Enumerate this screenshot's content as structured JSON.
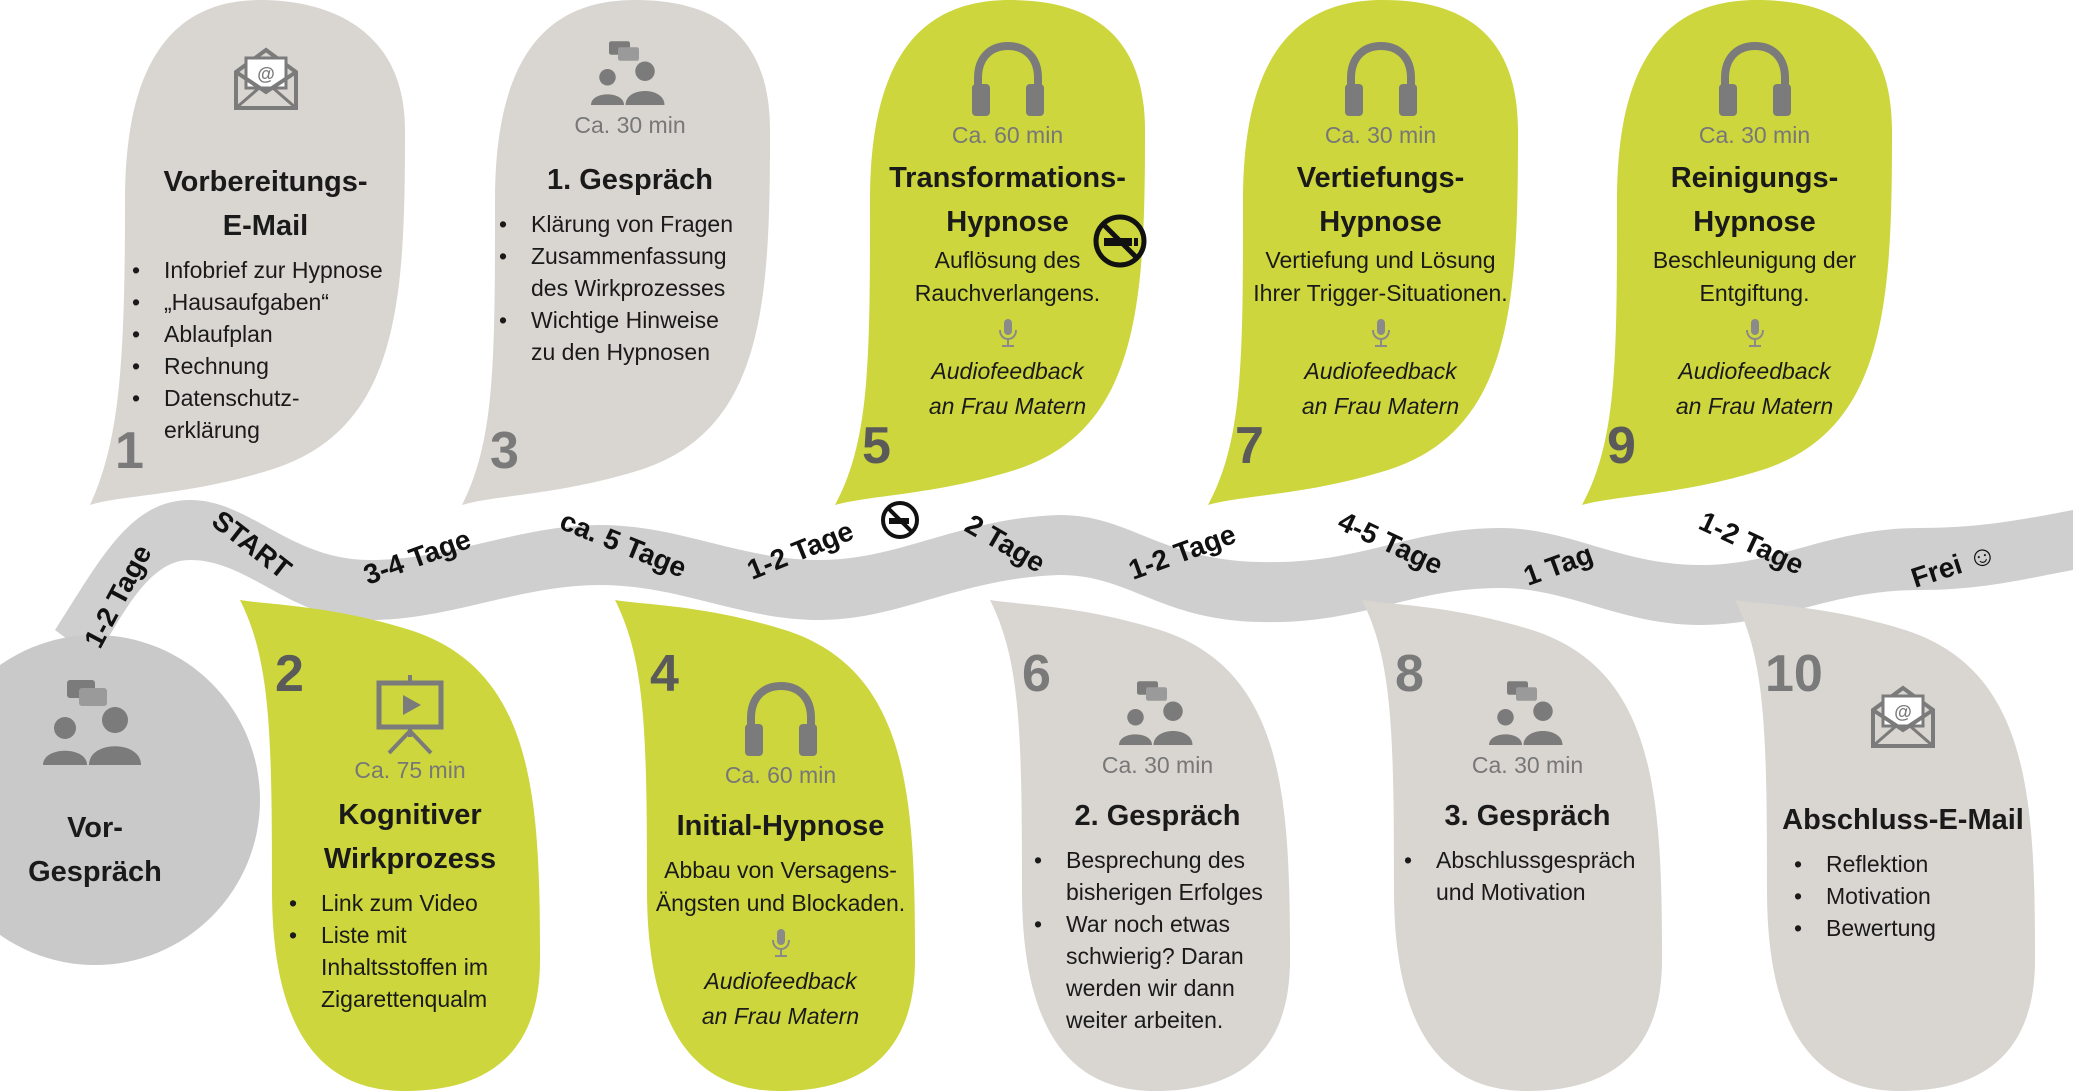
{
  "colors": {
    "gray_drop": "#d9d6d1",
    "green_drop": "#cdd63c",
    "gray_circle": "#c9c9c9",
    "road": "#cfcfcf",
    "icon_gray": "#7b7b7b",
    "number_gray": "#7a7a7a"
  },
  "road_labels": [
    "1-2 Tage",
    "START",
    "3-4 Tage",
    "ca. 5 Tage",
    "1-2 Tage",
    "2 Tage",
    "1-2 Tage",
    "4-5 Tage",
    "1 Tag",
    "1-2 Tage",
    "Frei ☺"
  ],
  "vorgespraech": {
    "icon": "conversation-icon",
    "title": "Vor-\nGespräch"
  },
  "steps": [
    {
      "number": "1",
      "icon": "email-icon",
      "title": "Vorbereitungs-\nE-Mail",
      "bullets": [
        "Infobrief zur Hypnose",
        "„Hausaufgaben“",
        "Ablaufplan",
        "Rechnung",
        "Datenschutz-\nerklärung"
      ]
    },
    {
      "number": "2",
      "icon": "presentation-icon",
      "duration": "Ca. 75 min",
      "title": "Kognitiver\nWirkprozess",
      "bullets": [
        "Link zum Video",
        "Liste mit\nInhaltsstoffen im\nZigarettenqualm"
      ]
    },
    {
      "number": "3",
      "icon": "conversation-icon",
      "duration": "Ca. 30 min",
      "title": "1. Gespräch",
      "bullets": [
        "Klärung von Fragen",
        "Zusammenfassung\ndes Wirkprozesses",
        "Wichtige Hinweise\nzu den Hypnosen"
      ]
    },
    {
      "number": "4",
      "icon": "headphones-icon",
      "duration": "Ca. 60 min",
      "title": "Initial-Hypnose",
      "description": "Abbau von Versagens-\nÄngsten und Blockaden.",
      "feedback": "Audiofeedback\nan Frau Matern"
    },
    {
      "number": "5",
      "icon": "headphones-icon",
      "duration": "Ca. 60 min",
      "title": "Transformations-\nHypnose",
      "description": "Auflösung des\nRauchverlangens.",
      "feedback": "Audiofeedback\nan Frau Matern"
    },
    {
      "number": "6",
      "icon": "conversation-icon",
      "duration": "Ca. 30 min",
      "title": "2. Gespräch",
      "bullets": [
        "Besprechung des\nbisherigen Erfolges",
        "War noch etwas\nschwierig? Daran\nwerden wir dann\nweiter arbeiten."
      ]
    },
    {
      "number": "7",
      "icon": "headphones-icon",
      "duration": "Ca. 30 min",
      "title": "Vertiefungs-\nHypnose",
      "description": "Vertiefung und Lösung\nIhrer Trigger-Situationen.",
      "feedback": "Audiofeedback\nan Frau Matern"
    },
    {
      "number": "8",
      "icon": "conversation-icon",
      "duration": "Ca. 30 min",
      "title": "3. Gespräch",
      "bullets": [
        "Abschlussgespräch\nund Motivation"
      ]
    },
    {
      "number": "9",
      "icon": "headphones-icon",
      "duration": "Ca. 30 min",
      "title": "Reinigungs-\nHypnose",
      "description": "Beschleunigung der\nEntgiftung.",
      "feedback": "Audiofeedback\nan Frau Matern"
    },
    {
      "number": "10",
      "icon": "email-icon",
      "title": "Abschluss-E-Mail",
      "bullets": [
        "Reflektion",
        "Motivation",
        "Bewertung"
      ]
    }
  ]
}
